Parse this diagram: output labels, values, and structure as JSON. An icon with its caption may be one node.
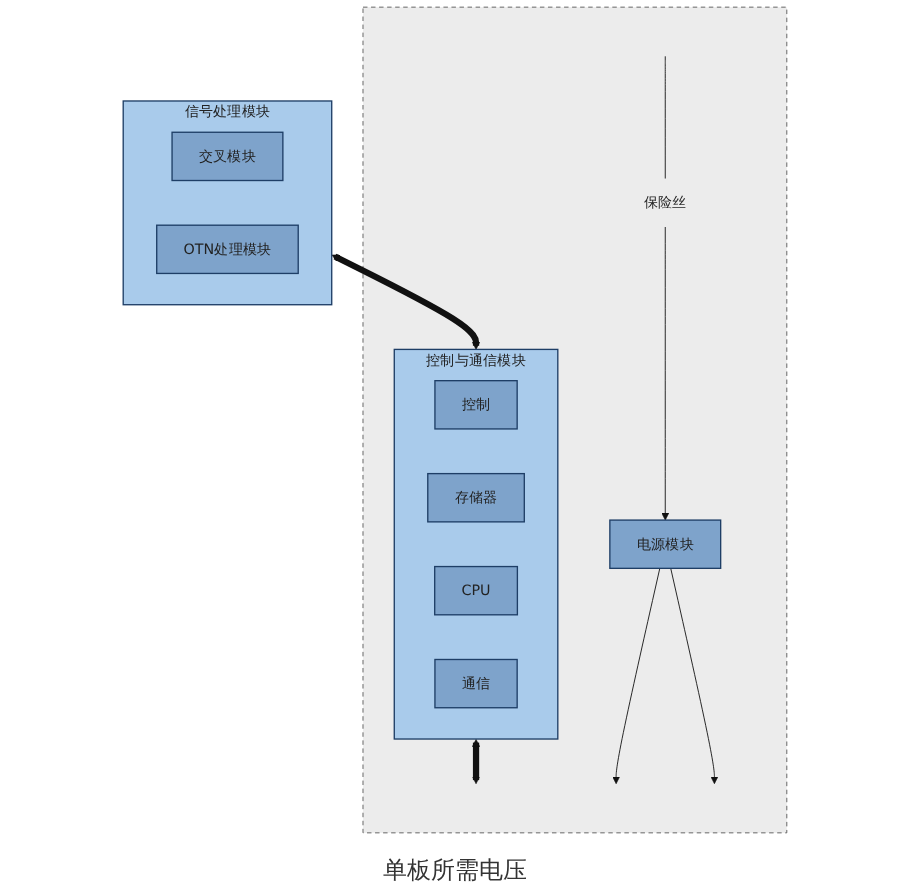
{
  "diagram": {
    "nodes": [
      {
        "text": [],
        "shape": "box"
      },
      {
        "text": [
          "信号处理模块"
        ]
      },
      {
        "text": [
          "交叉模块"
        ],
        "in": 1
      },
      {
        "text": [
          "OTN处理模块"
        ],
        "in": 1
      },
      {
        "text": [
          "控制与通信模块"
        ],
        "in": 0
      },
      {
        "text": [
          "控制"
        ],
        "in": 4
      },
      {
        "text": [
          "存储器"
        ],
        "in": 4
      },
      {
        "text": [
          "CPU"
        ],
        "in": 4
      },
      {
        "text": [
          "通信"
        ],
        "in": 4
      },
      {
        "text": [
          "电源模块"
        ],
        "in": 0
      },
      {
        "text": [
          "保险丝"
        ],
        "in": 0
      }
    ],
    "edges": [
      {
        "from": 1,
        "to": 4,
        "arrow": "both",
        "style": "thick"
      },
      {
        "from": 4,
        "to": null,
        "arrow": "both",
        "style": "thick"
      },
      {
        "from": null,
        "to": 10,
        "arrow": "none"
      },
      {
        "from": 10,
        "to": 9,
        "arrow": "to"
      },
      {
        "from": 9,
        "to": null,
        "arrow": "to"
      },
      {
        "from": 9,
        "to": null,
        "arrow": "to"
      }
    ],
    "labels": [
      "单板所需电压"
    ]
  }
}
